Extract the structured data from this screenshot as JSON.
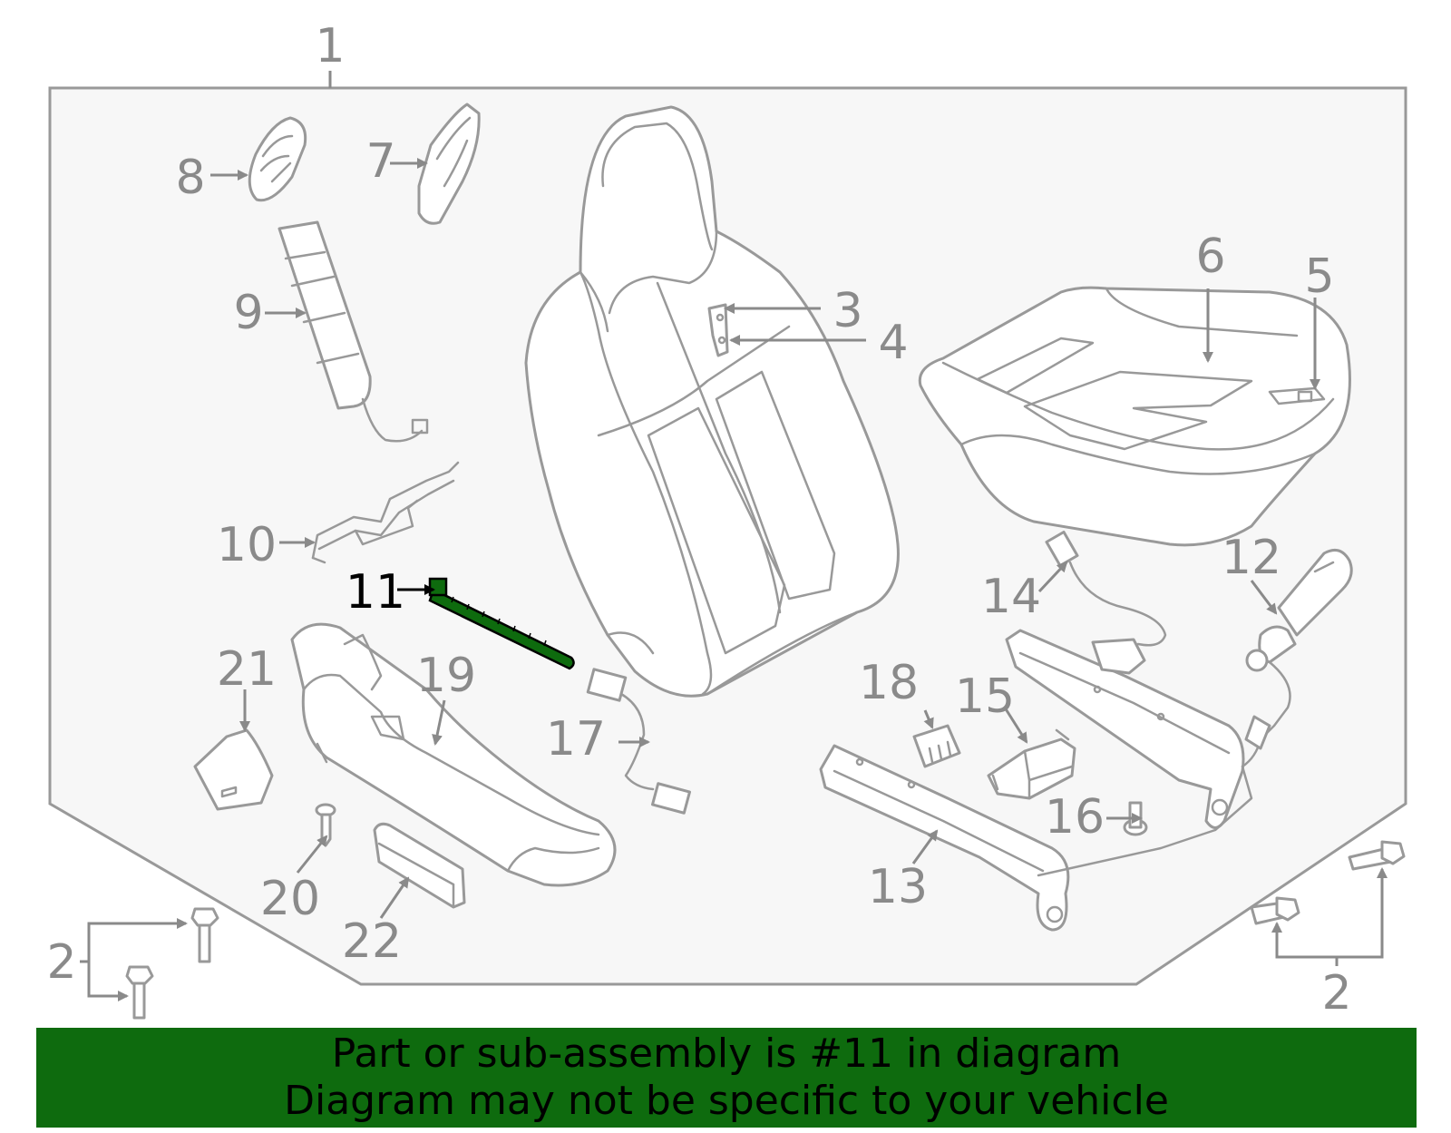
{
  "diagram": {
    "highlighted_part": "11",
    "highlight_color": "#0e6b0e",
    "line_color": "#999999",
    "labels": {
      "p1": "1",
      "p2a": "2",
      "p2b": "2",
      "p3": "3",
      "p4": "4",
      "p5": "5",
      "p6": "6",
      "p7": "7",
      "p8": "8",
      "p9": "9",
      "p10": "10",
      "p11": "11",
      "p12": "12",
      "p13": "13",
      "p14": "14",
      "p15": "15",
      "p16": "16",
      "p17": "17",
      "p18": "18",
      "p19": "19",
      "p20": "20",
      "p21": "21",
      "p22": "22"
    }
  },
  "banner": {
    "line1": "Part or sub-assembly is #11 in diagram",
    "line2": "Diagram may not be specific to your vehicle",
    "background": "#0e6b0e"
  }
}
